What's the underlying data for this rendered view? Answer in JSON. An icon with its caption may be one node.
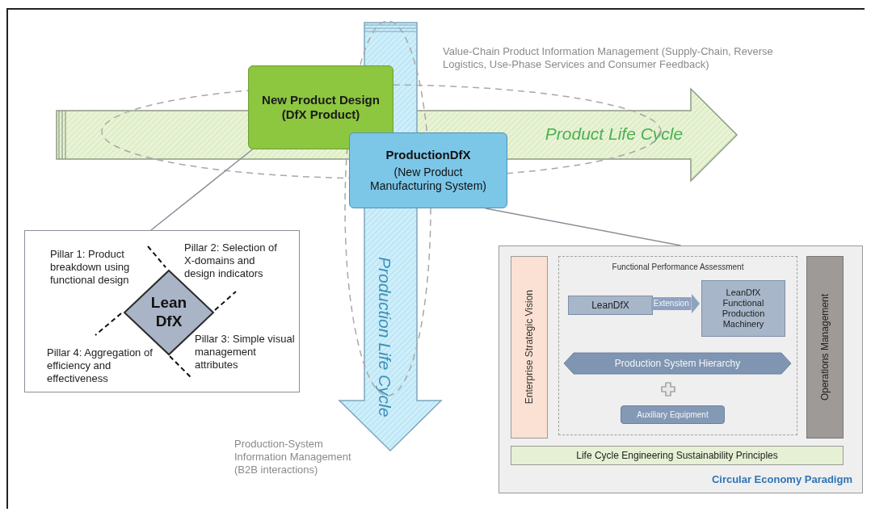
{
  "diagram": {
    "nodes": [
      {
        "text": [
          "Product Life Cycle"
        ]
      },
      {
        "text": [
          "Production Life Cycle"
        ]
      },
      {
        "text": [
          "New Product Design (DfX Product)"
        ]
      },
      {
        "text": [
          "ProductionDfX",
          "(New Product Manufacturing System)"
        ]
      },
      {
        "text": [],
        "shape": "box"
      },
      {
        "text": [
          "Lean DfX"
        ],
        "in": 4
      },
      {
        "text": [
          "Circular Economy Paradigm"
        ]
      },
      {
        "text": [
          "Enterprise Strategic Vision"
        ],
        "in": 6
      },
      {
        "text": [
          "Functional Performance Assessment"
        ],
        "in": 6
      },
      {
        "text": [
          "LeanDfX"
        ],
        "in": 8
      },
      {
        "text": [
          "LeanDfX Functional Production Machinery"
        ],
        "in": 8
      },
      {
        "text": [
          "Production System Hierarchy"
        ],
        "in": 8
      },
      {
        "text": [
          "Auxiliary Equipment"
        ],
        "in": 8
      },
      {
        "text": [
          "Operations Management"
        ],
        "in": 6
      },
      {
        "text": [
          "Life Cycle Engineering Sustainability Principles"
        ],
        "in": 6
      }
    ],
    "edges": [
      {
        "from": 2,
        "to": 4,
        "arrow": "none"
      },
      {
        "from": 3,
        "to": 6,
        "arrow": "none"
      },
      {
        "from": 9,
        "to": 10,
        "arrow": "to",
        "label": "Extension",
        "style": "thick",
        "color": "#8fa3bf"
      }
    ],
    "labels": [
      "Value-Chain Product Information Management (Supply-Chain, Reverse Logistics, Use-Phase Services and Consumer Feedback)",
      "Pillar 1: Product breakdown using functional design",
      "Pillar 2: Selection of X-domains and design indicators",
      "Pillar 3: Simple visual management attributes",
      "Pillar 4: Aggregation of efficiency and effectiveness",
      "Production-System Information Management (B2B interactions)"
    ]
  }
}
